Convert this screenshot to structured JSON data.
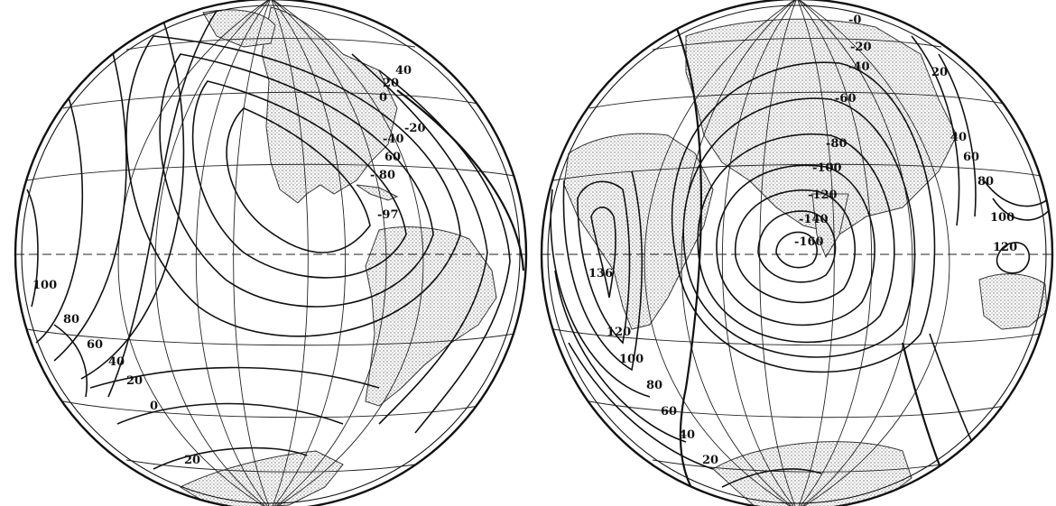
{
  "map": {
    "colors": {
      "ink": "#111111",
      "land_stipple": "#6a6a6a",
      "background": "#ffffff"
    },
    "left_hemisphere": {
      "contour_labels": [
        {
          "text": "40"
        },
        {
          "text": "20"
        },
        {
          "text": "0"
        },
        {
          "text": "-20"
        },
        {
          "text": "-40"
        },
        {
          "text": "60"
        },
        {
          "text": "- 80"
        },
        {
          "text": "-97"
        },
        {
          "text": "100"
        },
        {
          "text": "80"
        },
        {
          "text": "60"
        },
        {
          "text": "40"
        },
        {
          "text": "20"
        },
        {
          "text": "0"
        },
        {
          "text": "20"
        }
      ]
    },
    "right_hemisphere": {
      "contour_labels": [
        {
          "text": "-0"
        },
        {
          "text": "-20"
        },
        {
          "text": "20"
        },
        {
          "text": "-40"
        },
        {
          "text": "-60"
        },
        {
          "text": "-80"
        },
        {
          "text": "40"
        },
        {
          "text": "60"
        },
        {
          "text": "80"
        },
        {
          "text": "-100"
        },
        {
          "text": "-120"
        },
        {
          "text": "-140"
        },
        {
          "text": "-160"
        },
        {
          "text": "100"
        },
        {
          "text": "120"
        },
        {
          "text": "136"
        },
        {
          "text": "120"
        },
        {
          "text": "100"
        },
        {
          "text": "80"
        },
        {
          "text": "60"
        },
        {
          "text": "40"
        },
        {
          "text": "20"
        }
      ]
    }
  }
}
